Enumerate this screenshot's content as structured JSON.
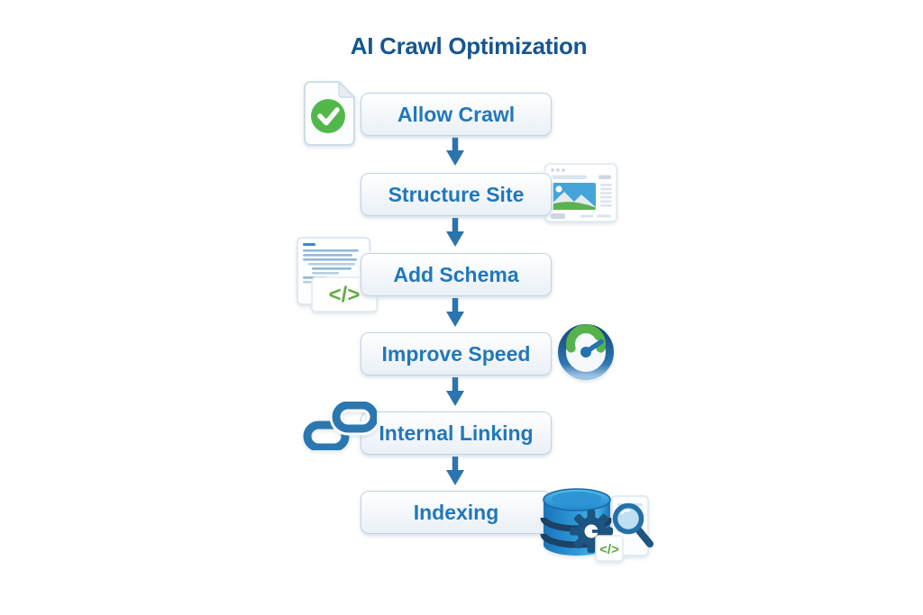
{
  "title": "AI Crawl Optimization",
  "flow": {
    "steps": [
      {
        "label": "Allow Crawl",
        "icon": "document-check-icon",
        "icon_side": "left"
      },
      {
        "label": "Structure Site",
        "icon": "webpage-icon",
        "icon_side": "right"
      },
      {
        "label": "Add Schema",
        "icon": "code-document-icon",
        "icon_side": "left"
      },
      {
        "label": "Improve Speed",
        "icon": "speedometer-icon",
        "icon_side": "right"
      },
      {
        "label": "Internal Linking",
        "icon": "chain-link-icon",
        "icon_side": "left"
      },
      {
        "label": "Indexing",
        "icon": "database-search-icon",
        "icon_side": "right"
      }
    ],
    "connector": "down-arrow"
  },
  "icon_glyphs": {
    "code_tag": "</>"
  },
  "colors": {
    "title_text": "#17568e",
    "step_text": "#2178bb",
    "arrow": "#2c74ad",
    "box_border": "#c3d3e2",
    "box_bg_top": "#ffffff",
    "box_bg_bottom": "#eaf0f6",
    "check_green": "#53b84b",
    "code_green": "#64ab47",
    "gauge_green": "#55b24d",
    "database_blue": "#1f86cc",
    "dark_navy": "#1d5480",
    "chain_blue": "#2b77b0"
  }
}
